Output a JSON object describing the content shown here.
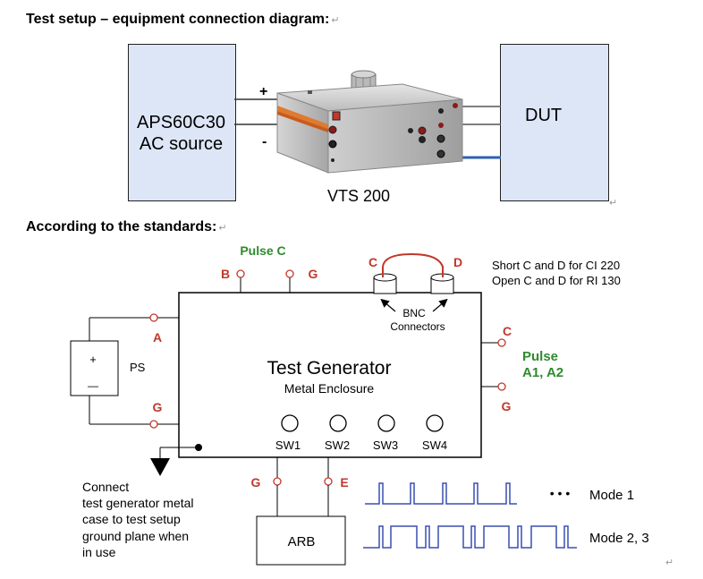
{
  "headings": {
    "setup": "Test setup – equipment connection diagram:",
    "standards": "According to the standards:"
  },
  "top_diagram": {
    "source_line1": "APS60C30",
    "source_line2": "AC source",
    "plus": "+",
    "minus": "-",
    "device_label": "VTS 200",
    "dut_label": "DUT"
  },
  "bottom_diagram": {
    "pulse_c": "Pulse C",
    "pin_b": "B",
    "pin_g_top": "G",
    "pin_c_bnc": "C",
    "pin_d_bnc": "D",
    "note_short": "Short C and D for CI 220",
    "note_open": "Open C and D for RI 130",
    "bnc_line1": "BNC",
    "bnc_line2": "Connectors",
    "pin_a": "A",
    "pin_g_left": "G",
    "ps_plus": "+",
    "ps_minus": "—",
    "ps_label": "PS",
    "gen_title": "Test Generator",
    "gen_subtitle": "Metal Enclosure",
    "switches": [
      "SW1",
      "SW2",
      "SW3",
      "SW4"
    ],
    "pin_c_right": "C",
    "pulse_a_line1": "Pulse",
    "pulse_a_line2": "A1, A2",
    "pin_g_right": "G",
    "pin_g_bottom": "G",
    "pin_e_bottom": "E",
    "arb_label": "ARB",
    "ground_note": [
      "Connect",
      "test generator metal",
      "case to test setup",
      "ground plane when",
      "in use"
    ],
    "ellipsis": "• • •",
    "mode1": "Mode 1",
    "mode23": "Mode 2, 3"
  },
  "colors": {
    "pin_red": "#c0392b",
    "pulse_green": "#2e8b2e",
    "box_fill": "#dde6f7",
    "signal_blue": "#3a4fb0",
    "dut_blue_line": "#2f5fb3"
  }
}
